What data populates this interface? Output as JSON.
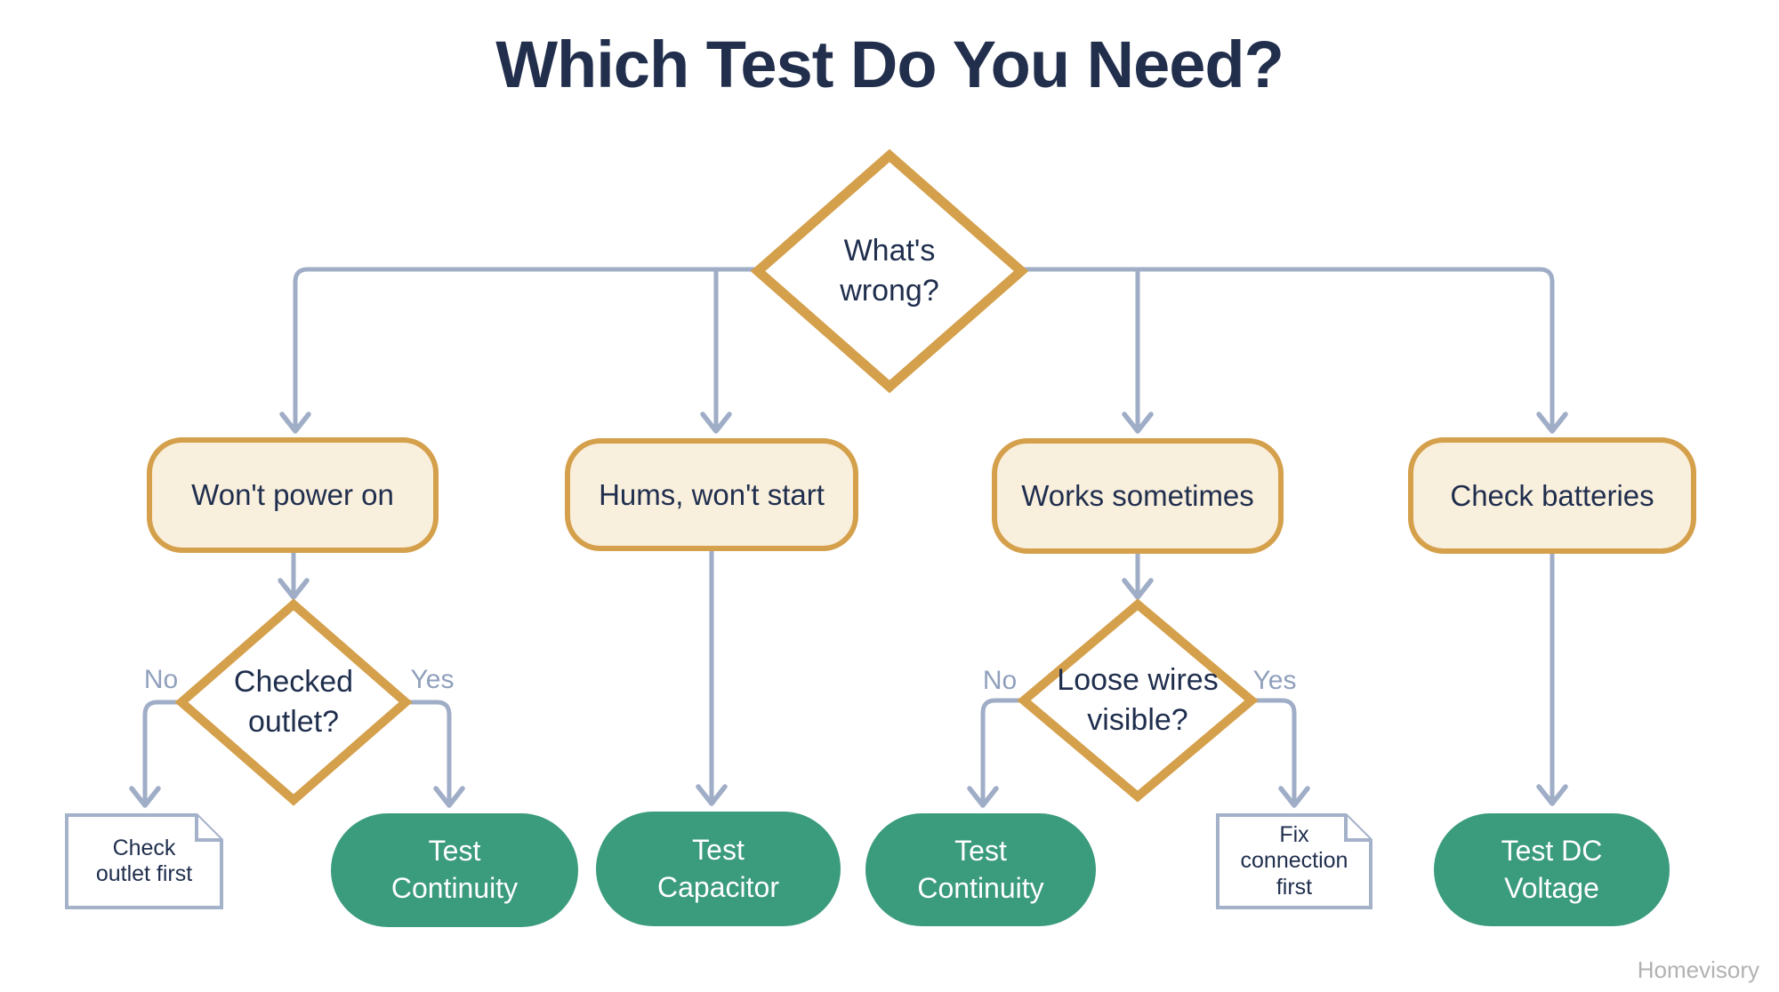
{
  "title": "Which Test Do You Need?",
  "watermark": "Homevisory",
  "colors": {
    "gold": "#d5a04b",
    "cream": "#f9efdd",
    "green": "#3b9b7d",
    "connector": "#9fadc7",
    "navy_text": "#1f2e4d",
    "title_text": "#222f4c",
    "doc_border": "#a3b1c9",
    "branch_label": "#90a0bc",
    "watermark_gray": "#b2b2b2"
  },
  "flow": {
    "root": {
      "type": "decision",
      "text1": "What's",
      "text2": "wrong?"
    },
    "symptoms": [
      {
        "label": "Won't power on"
      },
      {
        "label": "Hums, won't start"
      },
      {
        "label": "Works sometimes"
      },
      {
        "label": "Check batteries"
      }
    ],
    "decisions": [
      {
        "text1": "Checked",
        "text2": "outlet?",
        "no_label": "No",
        "yes_label": "Yes"
      },
      {
        "text1": "Loose wires",
        "text2": "visible?",
        "no_label": "No",
        "yes_label": "Yes"
      }
    ],
    "actions": [
      {
        "text1": "Test",
        "text2": "Continuity"
      },
      {
        "text1": "Test",
        "text2": "Capacitor"
      },
      {
        "text1": "Test",
        "text2": "Continuity"
      },
      {
        "text1": "Test DC",
        "text2": "Voltage"
      }
    ],
    "notes": [
      {
        "text1": "Check",
        "text2": "outlet first"
      },
      {
        "text1": "Fix",
        "text2": "connection",
        "text3": "first"
      }
    ]
  }
}
